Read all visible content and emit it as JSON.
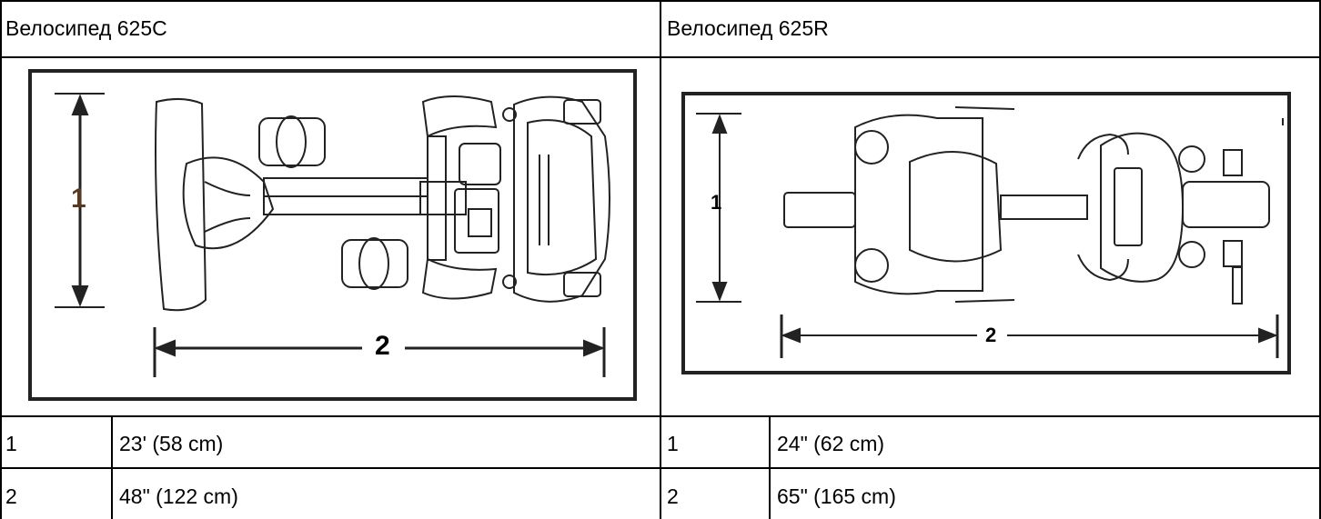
{
  "headers": {
    "left": "Велосипед 625C",
    "right": "Велосипед 625R"
  },
  "left": {
    "diagram": {
      "callout_1": "1",
      "callout_2": "2"
    },
    "rows": [
      {
        "num": "1",
        "value": "23' (58 cm)"
      },
      {
        "num": "2",
        "value": "48\" (122 cm)"
      }
    ]
  },
  "right": {
    "diagram": {
      "callout_1": "1",
      "callout_2": "2"
    },
    "rows": [
      {
        "num": "1",
        "value": "24\" (62 cm)"
      },
      {
        "num": "2",
        "value": "65\" (165 cm)"
      }
    ]
  }
}
